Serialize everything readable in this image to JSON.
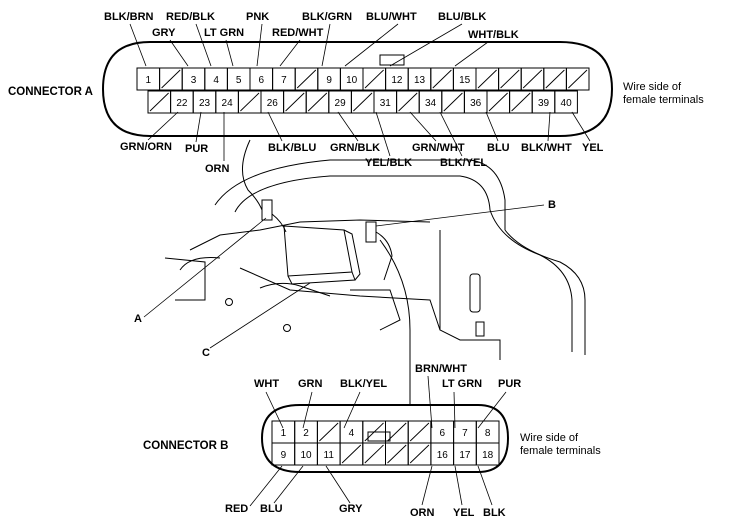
{
  "connector_a": {
    "name": "CONNECTOR A",
    "side_text": [
      "Wire side of",
      "female terminals"
    ],
    "top_row": [
      "1",
      "",
      "3",
      "4",
      "5",
      "6",
      "7",
      "",
      "9",
      "10",
      "",
      "12",
      "13",
      "",
      "15",
      "",
      "",
      "",
      "",
      ""
    ],
    "bottom_row": [
      "",
      "22",
      "23",
      "24",
      "",
      "26",
      "",
      "",
      "29",
      "",
      "31",
      "",
      "34",
      "",
      "36",
      "",
      "",
      "39",
      "40"
    ],
    "top_labels": [
      "BLK/BRN",
      "GRY",
      "RED/BLK",
      "LT GRN",
      "PNK",
      "RED/WHT",
      "BLK/GRN",
      "BLU/WHT",
      "BLU/BLK",
      "WHT/BLK"
    ],
    "bottom_labels": [
      "GRN/ORN",
      "PUR",
      "ORN",
      "BLK/BLU",
      "GRN/BLK",
      "YEL/BLK",
      "GRN/WHT",
      "BLK/YEL",
      "BLU",
      "BLK/WHT",
      "YEL"
    ]
  },
  "connector_b": {
    "name": "CONNECTOR B",
    "side_text": [
      "Wire side of",
      "female terminals"
    ],
    "top_row": [
      "1",
      "2",
      "",
      "4",
      "",
      "",
      "",
      "6",
      "7",
      "8"
    ],
    "bottom_row": [
      "9",
      "10",
      "11",
      "",
      "",
      "",
      "",
      "16",
      "17",
      "18"
    ],
    "top_labels": [
      "WHT",
      "GRN",
      "BLK/YEL",
      "BRN/WHT",
      "LT GRN",
      "PUR"
    ],
    "bottom_labels": [
      "RED",
      "BLU",
      "GRY",
      "ORN",
      "YEL",
      "BLK"
    ]
  },
  "callouts": [
    "A",
    "B",
    "C"
  ]
}
